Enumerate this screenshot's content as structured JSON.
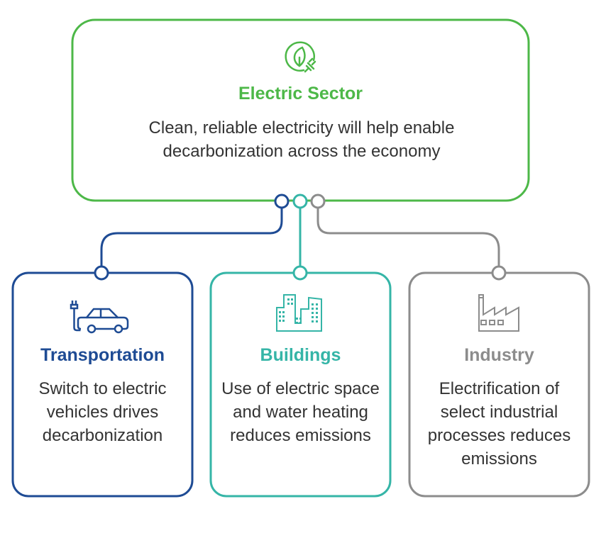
{
  "colors": {
    "electric": "#4db848",
    "transportation": "#1e4b94",
    "buildings": "#35b5a7",
    "industry": "#8c8c8c"
  },
  "electric": {
    "icon": "leaf-plug-icon",
    "title": "Electric Sector",
    "description": "Clean, reliable electricity will help enable decarbonization across the economy"
  },
  "sectors": [
    {
      "icon": "electric-car-icon",
      "title": "Transportation",
      "description": "Switch to electric vehicles drives decarbonization"
    },
    {
      "icon": "buildings-icon",
      "title": "Buildings",
      "description": "Use of electric space and water heating reduces emissions"
    },
    {
      "icon": "factory-icon",
      "title": "Industry",
      "description": "Electrification of select industrial processes reduces emissions"
    }
  ]
}
